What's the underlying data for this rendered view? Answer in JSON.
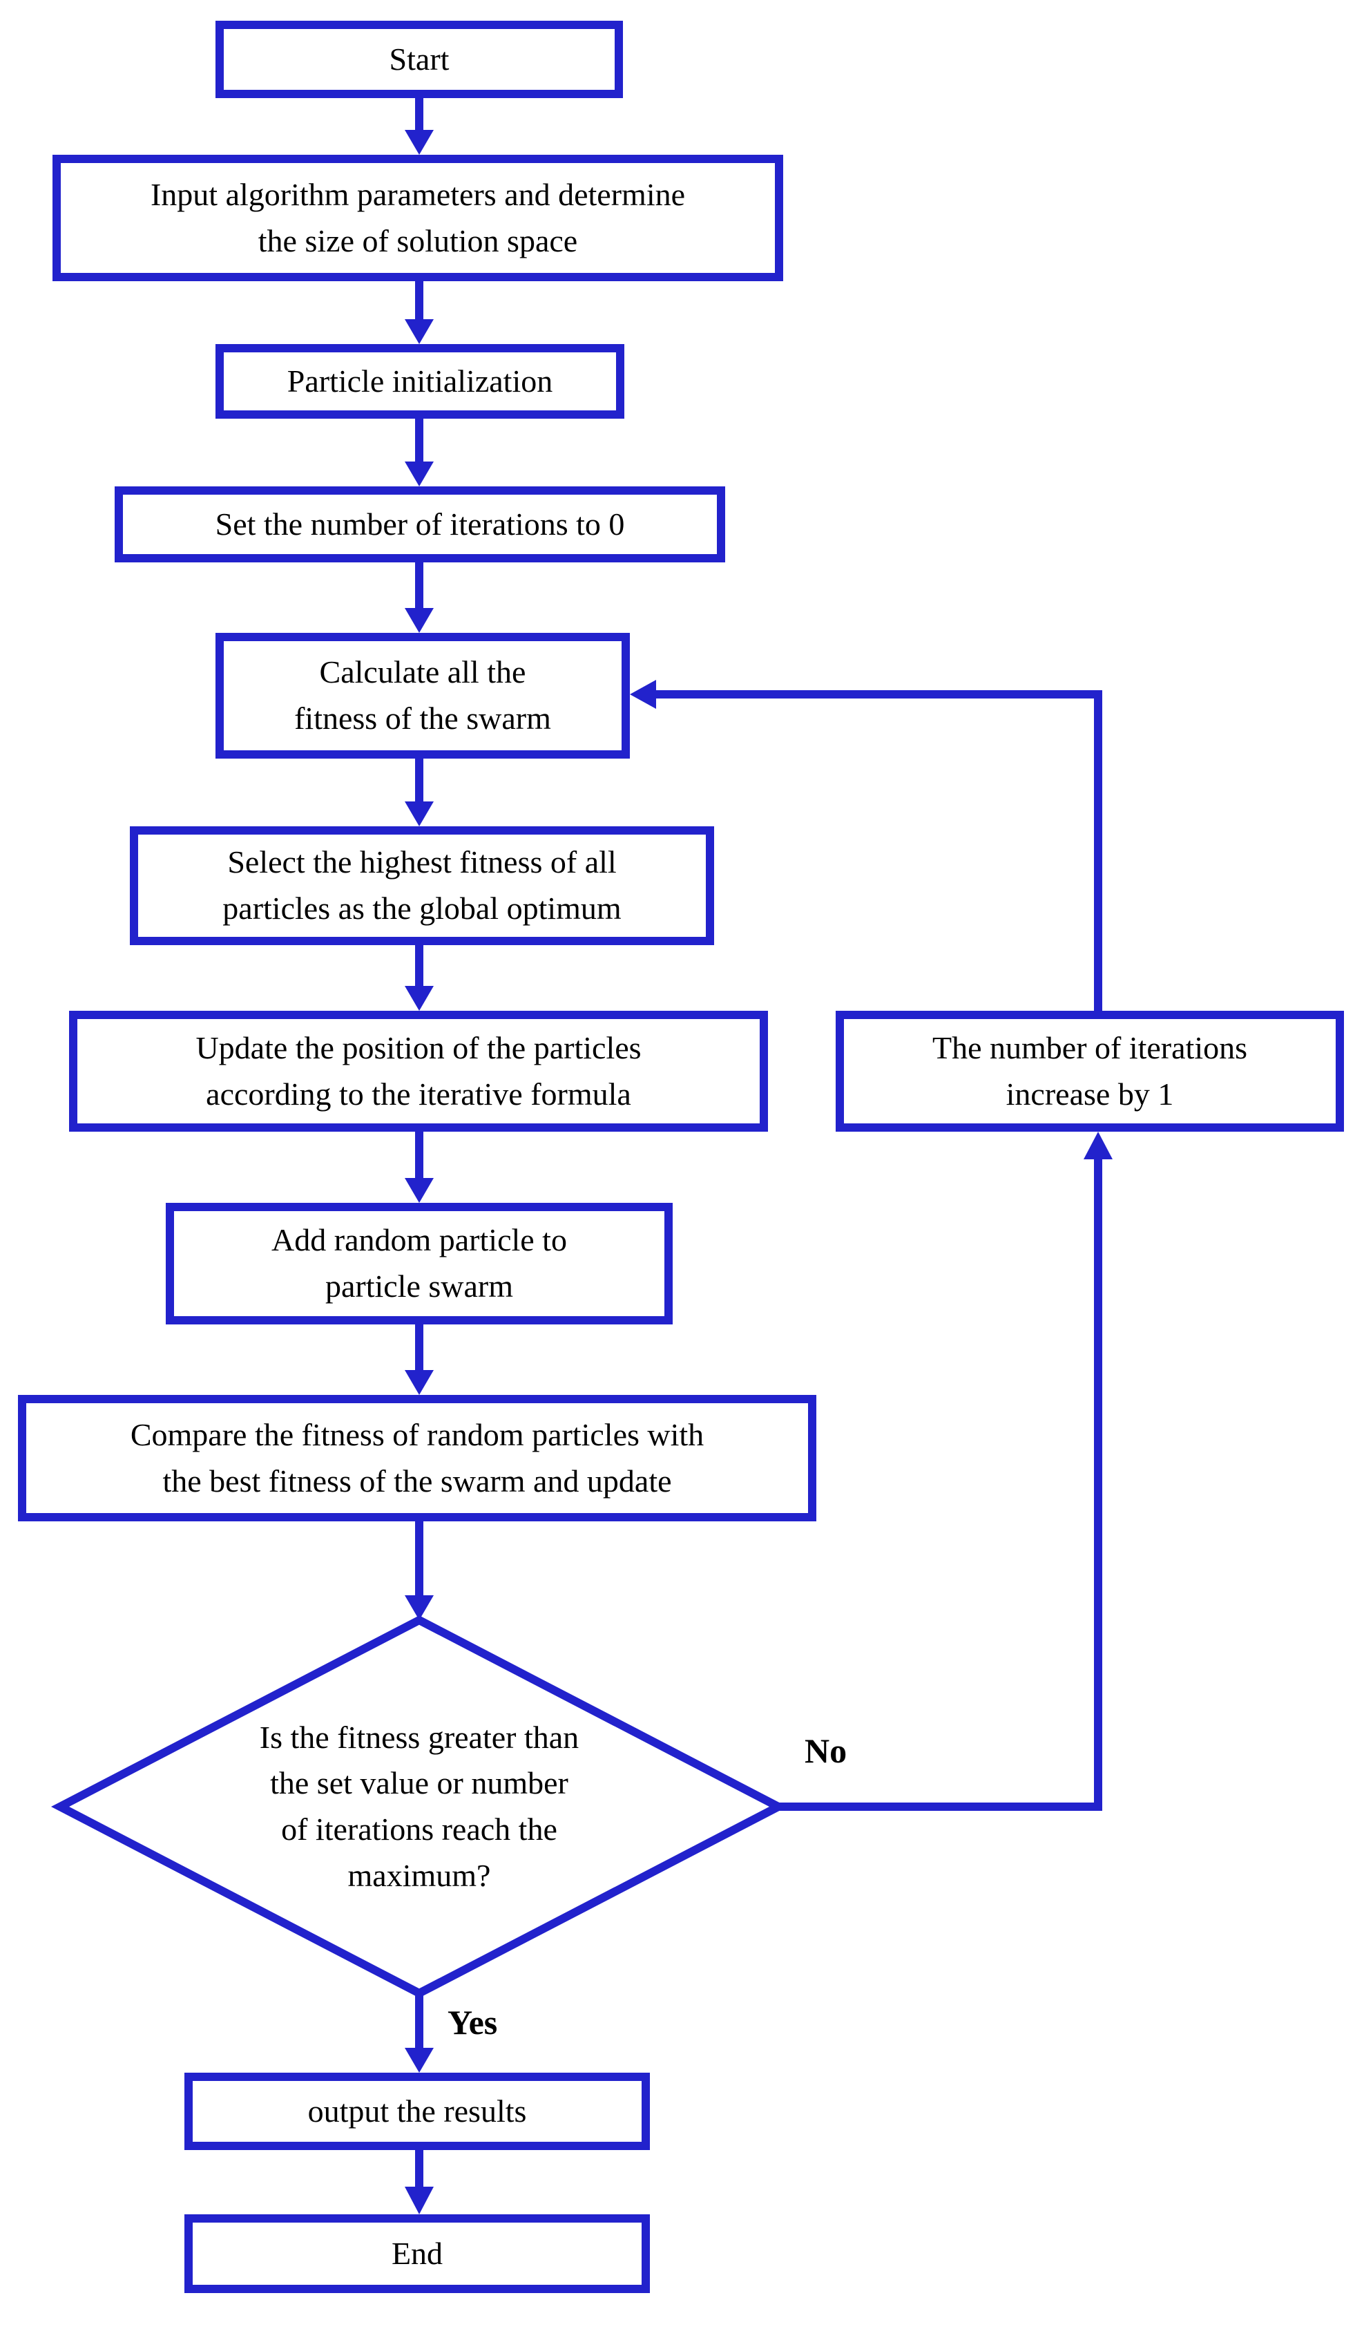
{
  "diagram_type": "flowchart",
  "colors": {
    "accent": "#2222cc",
    "text": "#000000",
    "background": "#ffffff"
  },
  "nodes": {
    "start": {
      "shape": "rect",
      "label": "Start"
    },
    "input_params": {
      "shape": "rect",
      "label": "Input algorithm parameters and determine\nthe size of solution space"
    },
    "particle_init": {
      "shape": "rect",
      "label": "Particle initialization"
    },
    "set_iterations": {
      "shape": "rect",
      "label": "Set the number of iterations to 0"
    },
    "calc_fitness": {
      "shape": "rect",
      "label": "Calculate all the\nfitness of the swarm"
    },
    "select_highest": {
      "shape": "rect",
      "label": "Select the highest fitness of all\nparticles as the global optimum"
    },
    "update_position": {
      "shape": "rect",
      "label": "Update the position of the particles\naccording to the iterative formula"
    },
    "add_random": {
      "shape": "rect",
      "label": "Add random particle to\nparticle swarm"
    },
    "compare_fitness": {
      "shape": "rect",
      "label": "Compare the fitness of random particles with\nthe best fitness of the swarm and update"
    },
    "decision": {
      "shape": "diamond",
      "label": "Is the fitness greater than\nthe set value or number\nof iterations reach the\nmaximum?"
    },
    "increase_iterations": {
      "shape": "rect",
      "label": "The number of iterations\nincrease by 1"
    },
    "output_results": {
      "shape": "rect",
      "label": "output the results"
    },
    "end": {
      "shape": "rect",
      "label": "End"
    }
  },
  "edge_labels": {
    "yes": "Yes",
    "no": "No"
  },
  "edges": [
    {
      "from": "start",
      "to": "input_params"
    },
    {
      "from": "input_params",
      "to": "particle_init"
    },
    {
      "from": "particle_init",
      "to": "set_iterations"
    },
    {
      "from": "set_iterations",
      "to": "calc_fitness"
    },
    {
      "from": "calc_fitness",
      "to": "select_highest"
    },
    {
      "from": "select_highest",
      "to": "update_position"
    },
    {
      "from": "update_position",
      "to": "add_random"
    },
    {
      "from": "add_random",
      "to": "compare_fitness"
    },
    {
      "from": "compare_fitness",
      "to": "decision"
    },
    {
      "from": "decision",
      "to": "output_results",
      "label": "Yes"
    },
    {
      "from": "decision",
      "to": "increase_iterations",
      "label": "No"
    },
    {
      "from": "increase_iterations",
      "to": "calc_fitness"
    },
    {
      "from": "output_results",
      "to": "end"
    }
  ]
}
